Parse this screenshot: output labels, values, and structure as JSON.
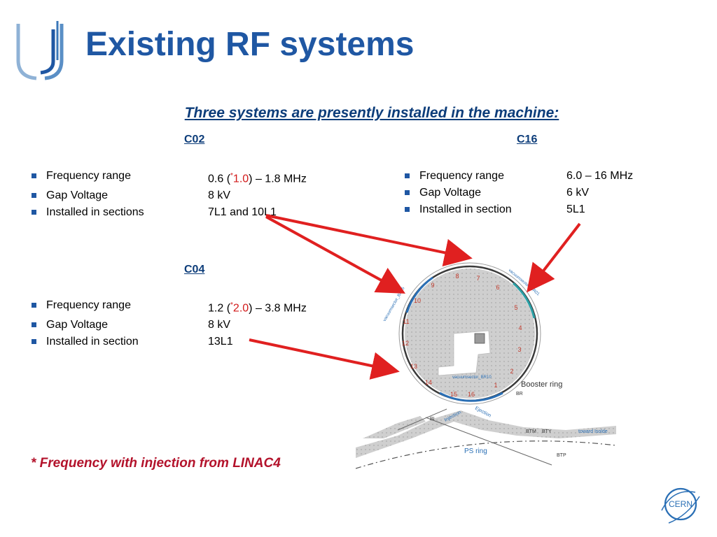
{
  "slide": {
    "title": "Existing RF systems",
    "subtitle": "Three systems are presently installed in the machine:",
    "footnote": "* Frequency with injection from LINAC4"
  },
  "systems": {
    "c02": {
      "name": "C02",
      "rows": [
        {
          "label": "Frequency range",
          "value_pre": "0.6 (",
          "star": "*",
          "highlight": "1.0",
          "value_post": ") – 1.8 MHz"
        },
        {
          "label": "Gap Voltage",
          "value": "8 kV"
        },
        {
          "label": "Installed in sections",
          "value": "7L1 and 10L1"
        }
      ]
    },
    "c04": {
      "name": "C04",
      "rows": [
        {
          "label": "Frequency range",
          "value_pre": "1.2 (",
          "star": "*",
          "highlight": "2.0",
          "value_post": ") – 3.8 MHz"
        },
        {
          "label": "Gap Voltage",
          "value": "8 kV"
        },
        {
          "label": "Installed in section",
          "value": "13L1"
        }
      ]
    },
    "c16": {
      "name": "C16",
      "rows": [
        {
          "label": "Frequency range",
          "value": "6.0 – 16 MHz"
        },
        {
          "label": "Gap Voltage",
          "value": "6 kV"
        },
        {
          "label": "Installed in section",
          "value": "5L1"
        }
      ]
    }
  },
  "diagram": {
    "ring_label": "Booster ring",
    "br_label": "BR",
    "ps_ring_label": "PS ring",
    "injection_label": "Injection",
    "ejection_label": "Ejection",
    "bi_label": "BI",
    "btm_label": "BTM",
    "bty_label": "BTY",
    "btp_label": "BTP",
    "toward_isolde_label": "toward Isolde",
    "vacuum_labels": [
      "vacuumsector_BR01",
      "vacuumsector_BR10",
      "vacuumsector_BR15"
    ],
    "section_numbers": [
      "1",
      "2",
      "3",
      "4",
      "5",
      "6",
      "7",
      "8",
      "9",
      "10",
      "11",
      "12",
      "13",
      "14",
      "15",
      "16"
    ],
    "colors": {
      "arrow": "#e02020",
      "ring": "#777777",
      "section_number": "#c0392b",
      "vacuum": "#2a6fb5"
    }
  },
  "logos": {
    "cern_text": "CERN"
  },
  "colors": {
    "title": "#1f57a3",
    "subtitle": "#0d3d7a",
    "footnote": "#b3122b",
    "highlight": "#d21a1a"
  }
}
